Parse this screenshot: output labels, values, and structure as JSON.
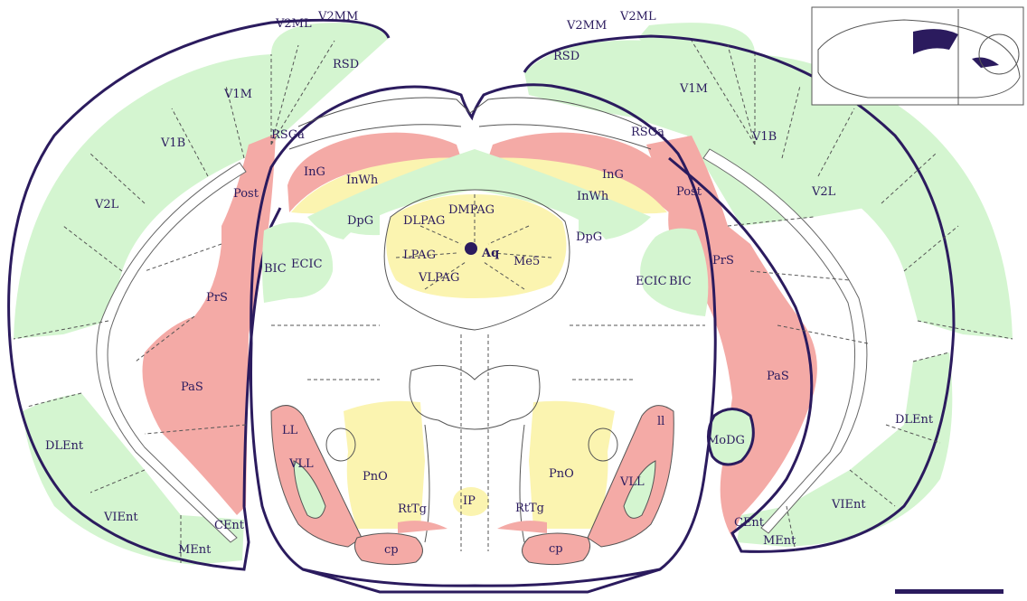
{
  "colors": {
    "cortex_green": "#d4f5d0",
    "red_region": "#f4aaa6",
    "yellow_region": "#fbf4b0",
    "outline": "#2b1b5e",
    "label": "#2b1b5e"
  },
  "labels": {
    "v2ml_l": "V2ML",
    "v2mm_l": "V2MM",
    "rsd_l": "RSD",
    "v1m_l": "V1M",
    "v1b_l": "V1B",
    "rsga_l": "RSGa",
    "v2l_l": "V2L",
    "post_l": "Post",
    "prs_l": "PrS",
    "pas_l": "PaS",
    "dlent_l": "DLEnt",
    "vient_l": "VIEnt",
    "ment_l": "MEnt",
    "cent_l": "CEnt",
    "v2mm_r": "V2MM",
    "v2ml_r": "V2ML",
    "rsd_r": "RSD",
    "v1m_r": "V1M",
    "v1b_r": "V1B",
    "rsga_r": "RSGa",
    "v2l_r": "V2L",
    "post_r": "Post",
    "prs_r": "PrS",
    "pas_r": "PaS",
    "dlent_r": "DLEnt",
    "modg_r": "MoDG",
    "vient_r": "VIEnt",
    "cent_r": "CEnt",
    "ment_r": "MEnt",
    "ing_l": "InG",
    "inwh_l": "InWh",
    "dpg_l": "DpG",
    "bic_l": "BIC",
    "ecic_l": "ECIC",
    "ing_r": "InG",
    "inwh_r": "InWh",
    "dpg_r": "DpG",
    "ecic_r": "ECIC",
    "bic_r": "BIC",
    "dmpag": "DMPAG",
    "dlpag": "DLPAG",
    "lpag": "LPAG",
    "aq": "Aq",
    "me5": "Me5",
    "vlpag": "VLPAG",
    "ll_l": "LL",
    "vll_l": "VLL",
    "pno_l": "PnO",
    "rttg_l": "RtTg",
    "cp_l": "cp",
    "ip": "IP",
    "ll_r": "ll",
    "vll_r": "VLL",
    "pno_r": "PnO",
    "rttg_r": "RtTg",
    "cp_r": "cp"
  }
}
